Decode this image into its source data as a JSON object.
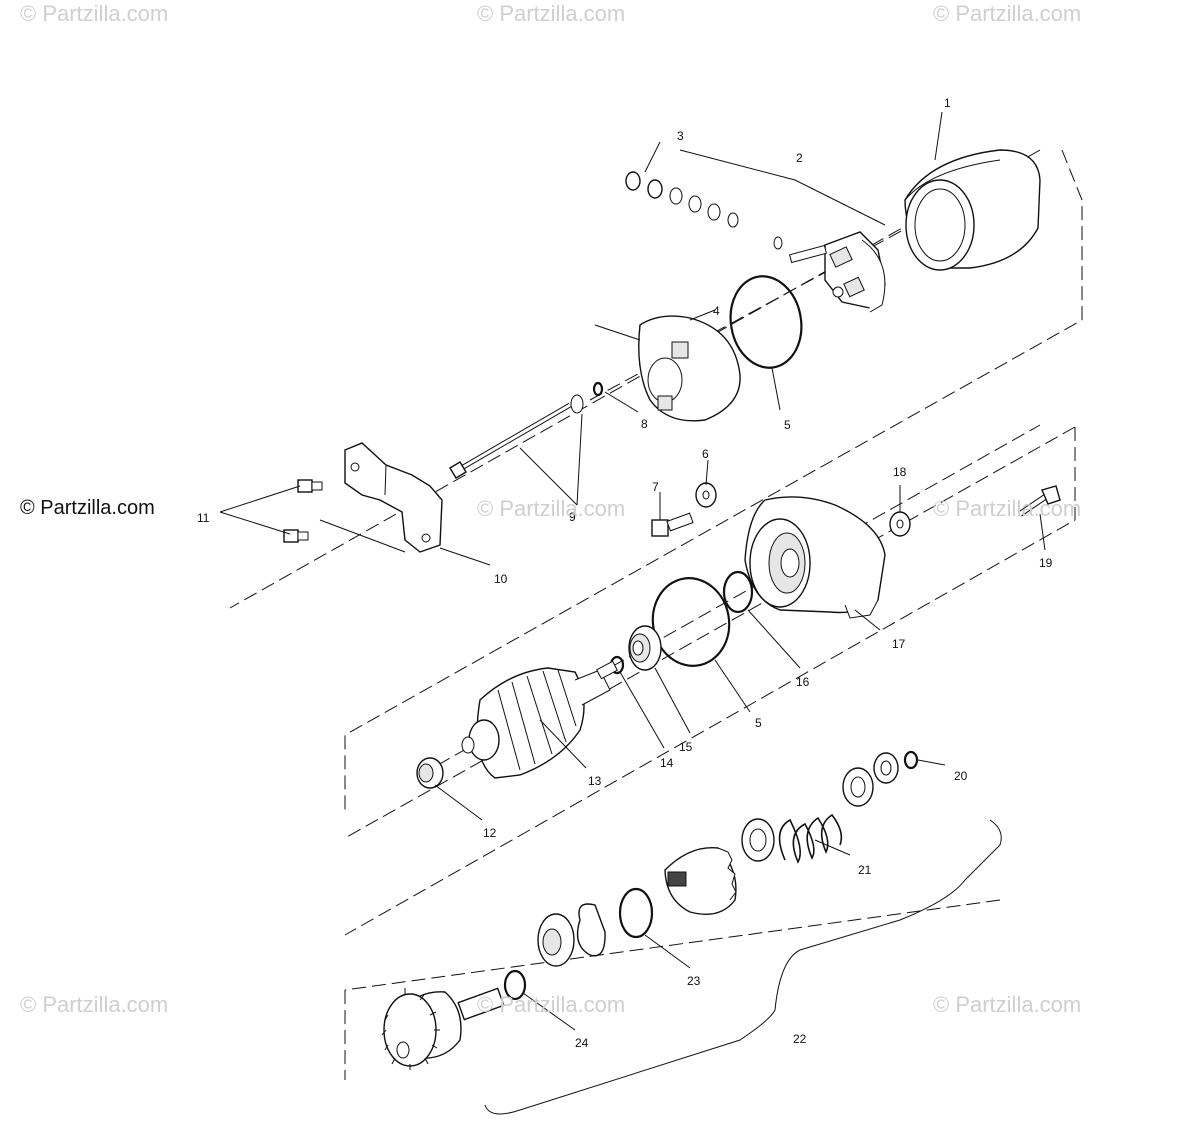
{
  "watermarks": {
    "top_left": "© Partzilla.com",
    "top_center": "© Partzilla.com",
    "top_right": "© Partzilla.com",
    "mid_left": "© Partzilla.com",
    "mid_center": "© Partzilla.com",
    "mid_right": "© Partzilla.com",
    "bottom_left": "© Partzilla.com",
    "bottom_center": "© Partzilla.com",
    "bottom_right": "© Partzilla.com"
  },
  "callouts": {
    "c1": "1",
    "c2": "2",
    "c3": "3",
    "c4": "4",
    "c5a": "5",
    "c5b": "5",
    "c6": "6",
    "c7": "7",
    "c8": "8",
    "c9": "9",
    "c10": "10",
    "c11": "11",
    "c12": "12",
    "c13": "13",
    "c14": "14",
    "c15": "15",
    "c16": "16",
    "c17": "17",
    "c18": "18",
    "c19": "19",
    "c20": "20",
    "c21": "21",
    "c22": "22",
    "c23": "23",
    "c24": "24"
  }
}
